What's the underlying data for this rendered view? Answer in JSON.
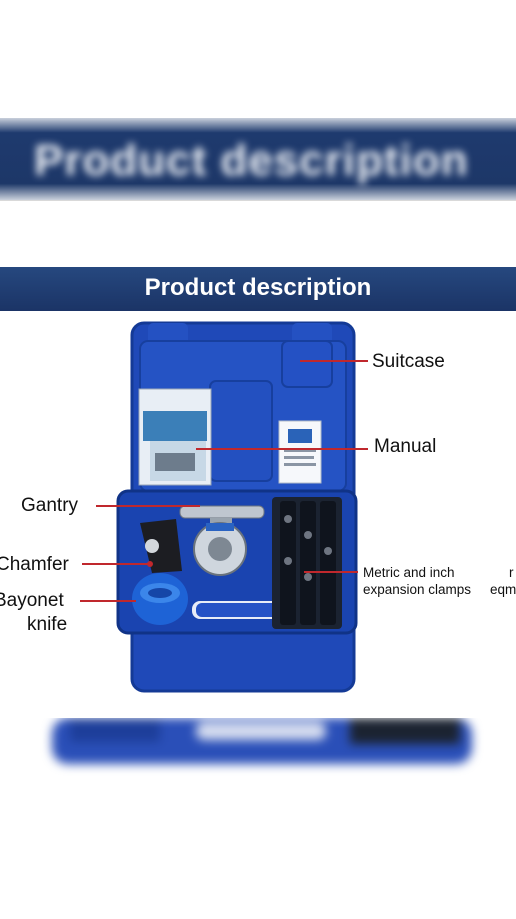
{
  "background_banner": {
    "title": "Product description"
  },
  "card": {
    "title": "Product description",
    "labels": {
      "suitcase": "Suitcase",
      "manual": "Manual",
      "gantry": "Gantry",
      "chamfer": "Chamfer",
      "bayonet_line1": "Bayonet",
      "bayonet_line2": "knife",
      "metric_line1": "Metric and inch",
      "metric_line2": "expansion clamps",
      "cut_line1": "r",
      "cut_line2": "eqm"
    }
  },
  "colors": {
    "case_blue": "#1f49b8",
    "banner_navy": "#1e3a6e",
    "pointer_red": "#c0282d"
  }
}
